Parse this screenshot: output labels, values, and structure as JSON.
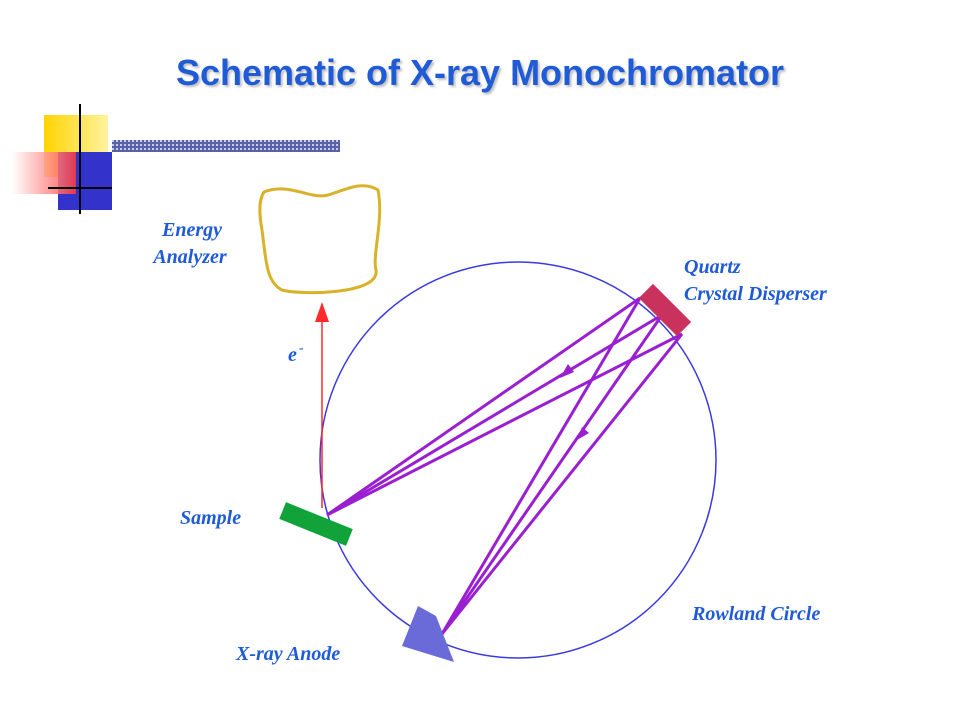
{
  "title": "Schematic of X-ray Monochromator",
  "labels": {
    "energy_analyzer_line1": "Energy",
    "energy_analyzer_line2": "Analyzer",
    "quartz_line1": "Quartz",
    "quartz_line2": "Crystal Disperser",
    "electron": "e",
    "electron_sup": "-",
    "sample": "Sample",
    "rowland_circle": "Rowland Circle",
    "xray_anode": "X-ray Anode"
  },
  "colors": {
    "title": "#1f5bd6",
    "circle": "#3a3ae0",
    "beam": "#9a1fd0",
    "electron_path": "#ff2a2a",
    "analyzer": "#d9b22a",
    "crystal": "#c8325c",
    "sample": "#11a33a",
    "anode": "#6a6ad8"
  }
}
